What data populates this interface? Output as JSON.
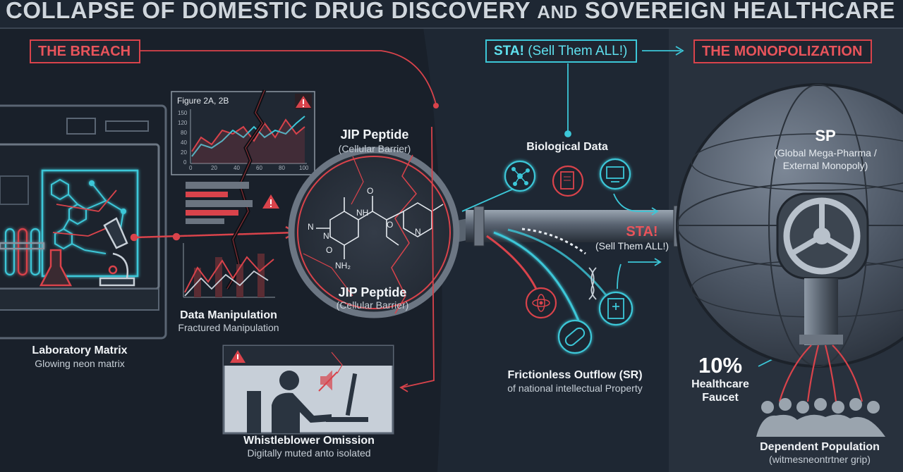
{
  "title": {
    "part1": "COLLAPSE OF DOMESTIC DRUG DISCOVERY",
    "and": "AND",
    "part2": "SOVEREIGN HEALTHCARE"
  },
  "tags": {
    "breach": "THE BREACH",
    "sta_bold": "STA!",
    "sta_rest": "(Sell Them ALL!)",
    "monopolization": "THE MONOPOLIZATION"
  },
  "lab": {
    "label": "Laboratory Matrix",
    "sub": "Glowing neon matrix"
  },
  "figure": {
    "label": "Figure 2A, 2B",
    "yticks": [
      "150",
      "120",
      "80",
      "40",
      "20",
      "0"
    ],
    "xticks": [
      "0",
      "20",
      "40",
      "60",
      "80",
      "100"
    ]
  },
  "data_manip": {
    "label": "Data Manipulation",
    "sub": "Fractured Manipulation"
  },
  "jip_top": {
    "label": "JIP Peptide",
    "sub": "(Cellular Barrier)"
  },
  "jip_bottom": {
    "label": "JIP Peptide",
    "sub": "(Cellular Barrier)"
  },
  "molecule": {
    "n1": "N",
    "n2": "NH",
    "n3": "NH₂",
    "n4": "N",
    "o1": "O",
    "o2": "O",
    "o3": "O",
    "n5": "N"
  },
  "whistle": {
    "label": "Whistleblower Omission",
    "sub": "Digitally muted anto isolated"
  },
  "bio": {
    "label": "Biological Data"
  },
  "pipe": {
    "sta": "STA!",
    "sta_sub": "(Sell Them ALL!)"
  },
  "outflow": {
    "label": "Frictionless Outflow (SR)",
    "sub": "of national intellectual Property"
  },
  "sp": {
    "label": "SP",
    "sub1": "(Global Mega-Pharma /",
    "sub2": "External Monopoly)"
  },
  "faucet": {
    "pct": "10%",
    "l1": "Healthcare",
    "l2": "Faucet"
  },
  "population": {
    "label": "Dependent Population",
    "sub": "(witmesneontrtner grip)"
  },
  "colors": {
    "red": "#d9434b",
    "cyan": "#3cc7d8",
    "bg": "#1e2733",
    "sphere": "#4a5564"
  },
  "icons": [
    "lab-monitor-icon",
    "molecule-network-icon",
    "microscope-icon",
    "flask-icon",
    "test-tubes-icon",
    "warning-icon",
    "network-icon",
    "document-icon",
    "monitor-icon",
    "atom-icon",
    "pill-icon",
    "medical-record-icon",
    "dna-icon",
    "valve-wheel-icon",
    "crowd-icon",
    "person-at-computer-icon",
    "mute-icon"
  ]
}
